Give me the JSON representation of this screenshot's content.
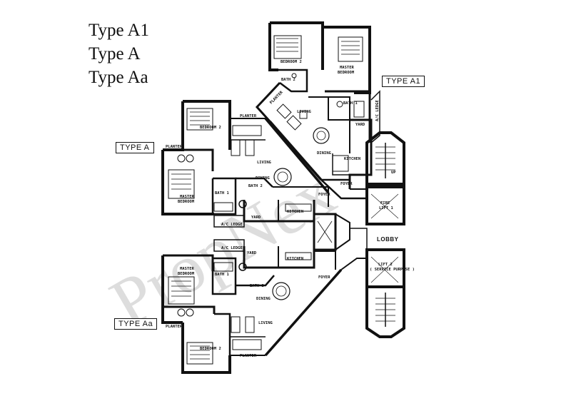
{
  "title_lines": [
    "Type A1",
    "Type A",
    "Type Aa"
  ],
  "unit_tags": {
    "a1": "TYPE A1",
    "a": "TYPE A",
    "aa": "TYPE Aa"
  },
  "rooms": {
    "a1": {
      "bedroom2": "BEDROOM 2",
      "master_bedroom_1": "MASTER",
      "master_bedroom_2": "BEDROOM",
      "bath2": "BATH 2",
      "bath1": "BATH 1",
      "planter": "PLANTER",
      "living": "LIVING",
      "dining": "DINING",
      "kitchen": "KITCHEN",
      "yard": "YARD",
      "aircon_ledge": "A/C LEDGE",
      "foyer": "FOYER"
    },
    "a": {
      "bedroom2": "BEDROOM 2",
      "planter_top": "PLANTER",
      "planter_left": "PLANTER",
      "living": "LIVING",
      "dining": "DINING",
      "master_bedroom_1": "MASTER",
      "master_bedroom_2": "BEDROOM",
      "bath1": "BATH 1",
      "bath2": "BATH 2",
      "yard": "YARD",
      "kitchen": "KITCHEN",
      "foyer": "FOYER",
      "aircon_ledge": "A/C LEDGE"
    },
    "aa": {
      "aircon_ledge": "A/C LEDGE",
      "yard": "YARD",
      "kitchen": "KITCHEN",
      "master_bedroom_1": "MASTER",
      "master_bedroom_2": "BEDROOM",
      "bath1": "BATH 1",
      "bath2": "BATH 2",
      "dining": "DINING",
      "foyer": "FOYER",
      "living": "LIVING",
      "planter_left": "PLANTER",
      "planter_bottom": "PLANTER",
      "bedroom2": "BEDROOM 2"
    },
    "core": {
      "fire_lift_1": "FIRE",
      "fire_lift_2": "LIFT 1",
      "lobby": "LOBBY",
      "lift2_1": "LIFT 2",
      "lift2_2": "( SERVICE PURPOSE )",
      "up": "UP"
    }
  },
  "watermark": "PropNex"
}
